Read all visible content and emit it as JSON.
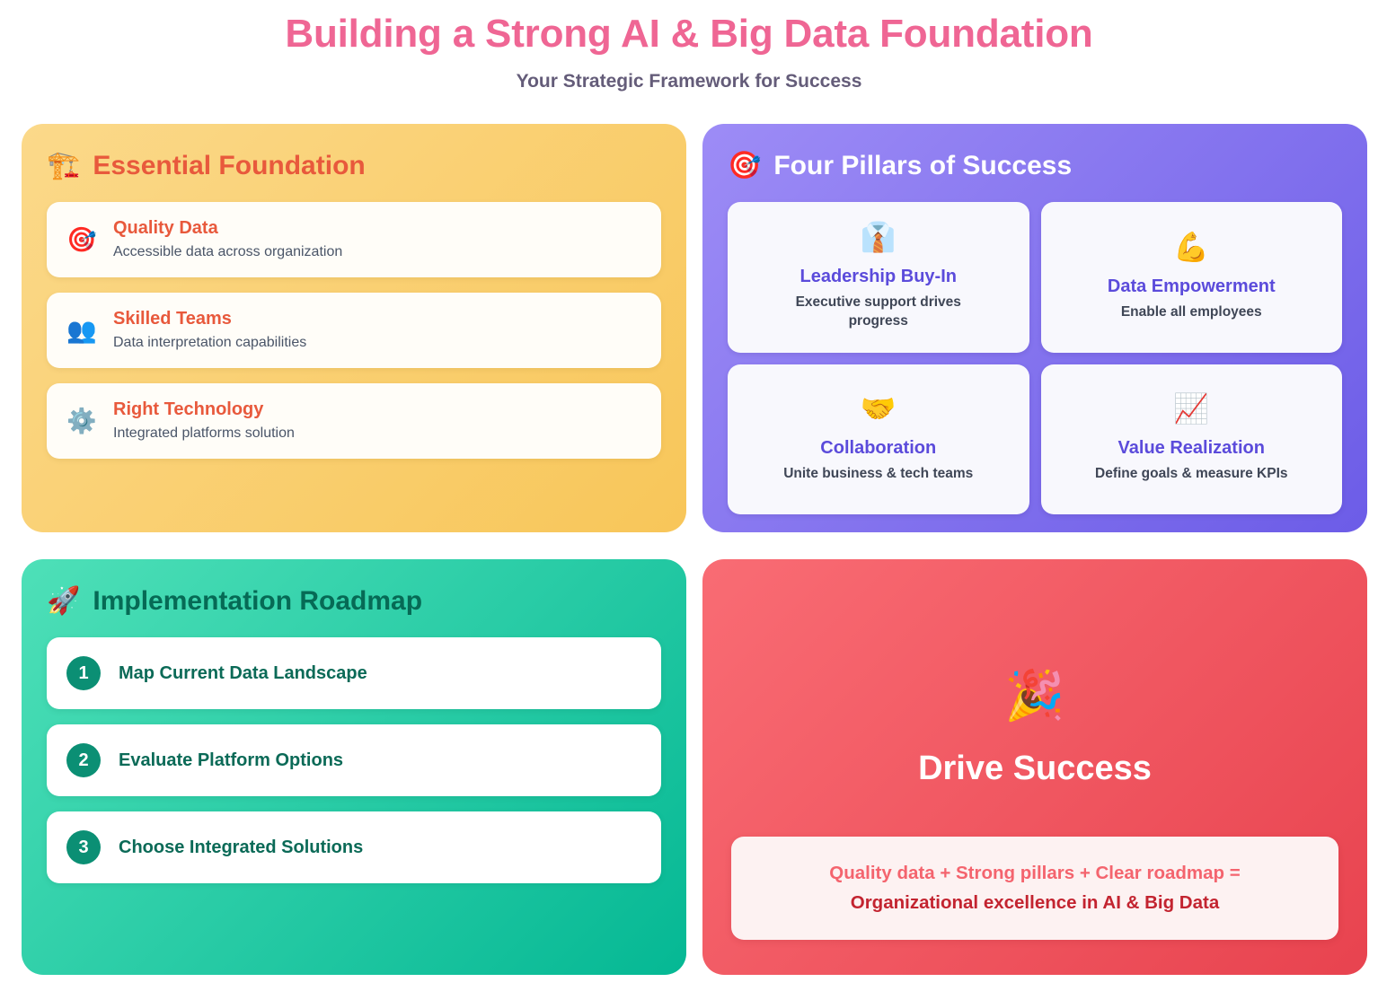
{
  "header": {
    "title": "Building a Strong AI & Big Data Foundation",
    "subtitle": "Your Strategic Framework for Success"
  },
  "colors": {
    "title_pink": "#ef6694",
    "subtitle_purple": "#645c79",
    "foundation_card": "#f8c659",
    "pillars_card": "#6c5ce7",
    "roadmap_card": "#05b894",
    "success_card": "#e8434f",
    "foundation_heading": "#e8593c",
    "pillar_heading": "#5b4bdb",
    "roadmap_heading": "#066a55",
    "formula_accent": "#f4646e",
    "formula_result": "#c32430"
  },
  "foundation": {
    "icon": "building-construction-icon",
    "icon_glyph": "🏗️",
    "title": "Essential Foundation",
    "items": [
      {
        "icon": "dart-target-icon",
        "icon_glyph": "🎯",
        "title": "Quality Data",
        "desc": "Accessible data across organization"
      },
      {
        "icon": "busts-in-silhouette-icon",
        "icon_glyph": "👥",
        "title": "Skilled Teams",
        "desc": "Data interpretation capabilities"
      },
      {
        "icon": "gear-icon",
        "icon_glyph": "⚙️",
        "title": "Right Technology",
        "desc": "Integrated platforms solution"
      }
    ]
  },
  "pillars": {
    "icon": "dart-target-icon",
    "icon_glyph": "🎯",
    "title": "Four Pillars of Success",
    "items": [
      {
        "icon": "necktie-icon",
        "icon_glyph": "👔",
        "title": "Leadership Buy-In",
        "desc": "Executive support drives progress"
      },
      {
        "icon": "flexed-biceps-icon",
        "icon_glyph": "💪",
        "title": "Data Empowerment",
        "desc": "Enable all employees"
      },
      {
        "icon": "handshake-icon",
        "icon_glyph": "🤝",
        "title": "Collaboration",
        "desc": "Unite business & tech teams"
      },
      {
        "icon": "chart-increasing-icon",
        "icon_glyph": "📈",
        "title": "Value Realization",
        "desc": "Define goals & measure KPIs"
      }
    ]
  },
  "roadmap": {
    "icon": "rocket-icon",
    "icon_glyph": "🚀",
    "title": "Implementation Roadmap",
    "steps": [
      {
        "number": "1",
        "label": "Map Current Data Landscape"
      },
      {
        "number": "2",
        "label": "Evaluate Platform Options"
      },
      {
        "number": "3",
        "label": "Choose Integrated Solutions"
      }
    ]
  },
  "success": {
    "icon": "party-popper-icon",
    "icon_glyph": "🎉",
    "title": "Drive Success",
    "formula_line1": "Quality data + Strong pillars + Clear roadmap =",
    "formula_line2": "Organizational excellence in AI & Big Data"
  }
}
